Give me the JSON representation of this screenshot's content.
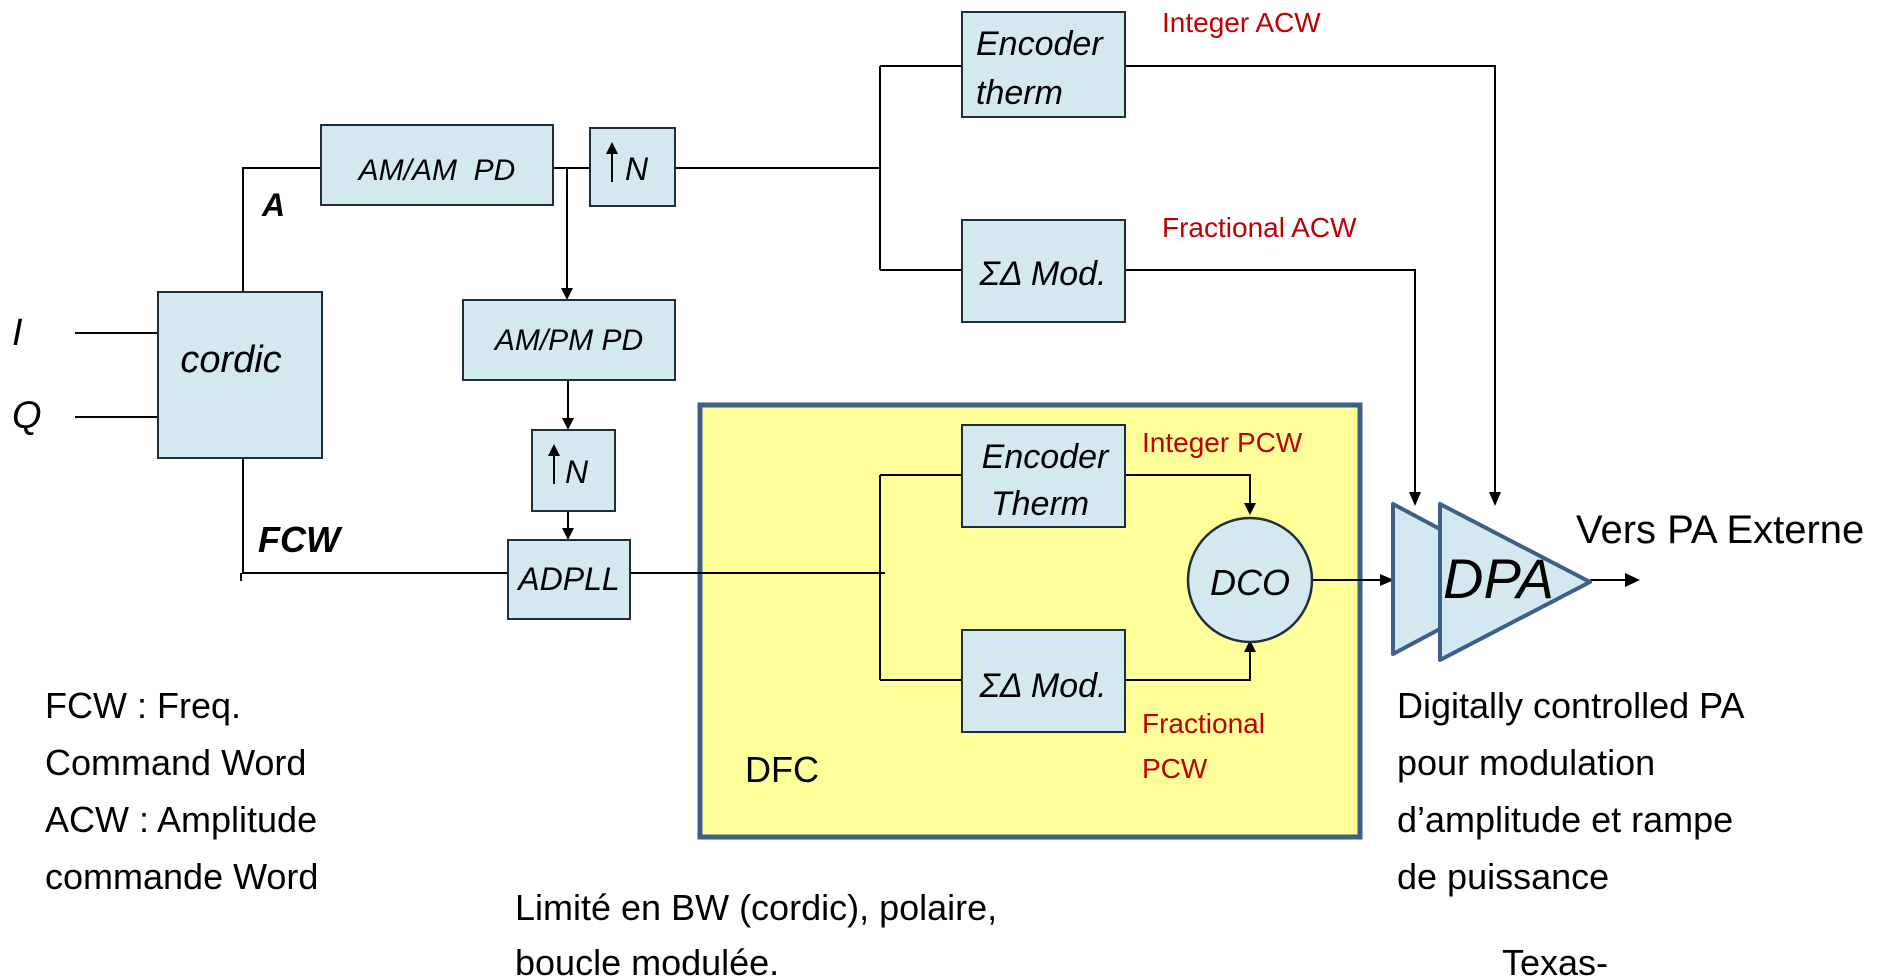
{
  "inputs": {
    "i": "I",
    "q": "Q"
  },
  "labels": {
    "a": "A",
    "fcw": "FCW"
  },
  "blocks": {
    "cordic": "cordic",
    "am_am_pd": "AM/AM  PD",
    "up_n_top": "N",
    "encoder_top_l1": "Encoder",
    "encoder_top_l2": "therm",
    "sd_top": "ΣΔ Mod.",
    "am_pm_pd": "AM/PM PD",
    "up_n_mid": "N",
    "adpll": "ADPLL",
    "encoder_dfc_l1": "Encoder",
    "encoder_dfc_l2": "Therm",
    "sd_dfc": "ΣΔ Mod.",
    "dco": "DCO",
    "dpa": "DPA",
    "dfc": "DFC"
  },
  "signals": {
    "integer_acw": "Integer ACW",
    "fractional_acw": "Fractional ACW",
    "integer_pcw": "Integer PCW",
    "fractional_pcw_l1": "Fractional",
    "fractional_pcw_l2": "PCW",
    "output": "Vers PA Externe"
  },
  "notes": {
    "legend": [
      "FCW : Freq.",
      "Command Word",
      "ACW : Amplitude",
      "commande Word"
    ],
    "limits": [
      "Limité en BW (cordic), polaire,",
      "boucle modulée."
    ],
    "dpa_desc": [
      "Digitally controlled PA",
      "pour modulation",
      "d’amplitude et rampe",
      "de puissance"
    ],
    "source": "Texas-"
  },
  "colors": {
    "block_fill": "#d4e8f0",
    "dfc_fill": "#ffff99",
    "dfc_border": "#3e5f8a",
    "signal_red": "#c00000"
  }
}
